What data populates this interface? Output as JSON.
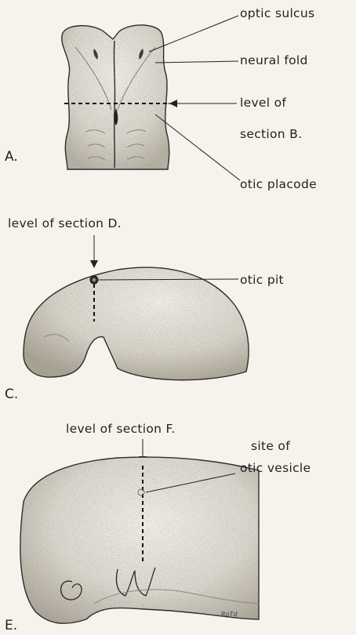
{
  "panels": {
    "a": "A.",
    "c": "C.",
    "e": "E."
  },
  "labels": {
    "optic_sulcus": "optic sulcus",
    "neural_fold": "neural fold",
    "level_of": "level of",
    "section_b": "section B.",
    "otic_placode": "otic placode",
    "level_section_d": "level of section D.",
    "otic_pit": "otic pit",
    "level_section_f": "level of section F.",
    "site_of": "site of",
    "otic_vesicle": "otic vesicle"
  },
  "signature": "RoTd"
}
